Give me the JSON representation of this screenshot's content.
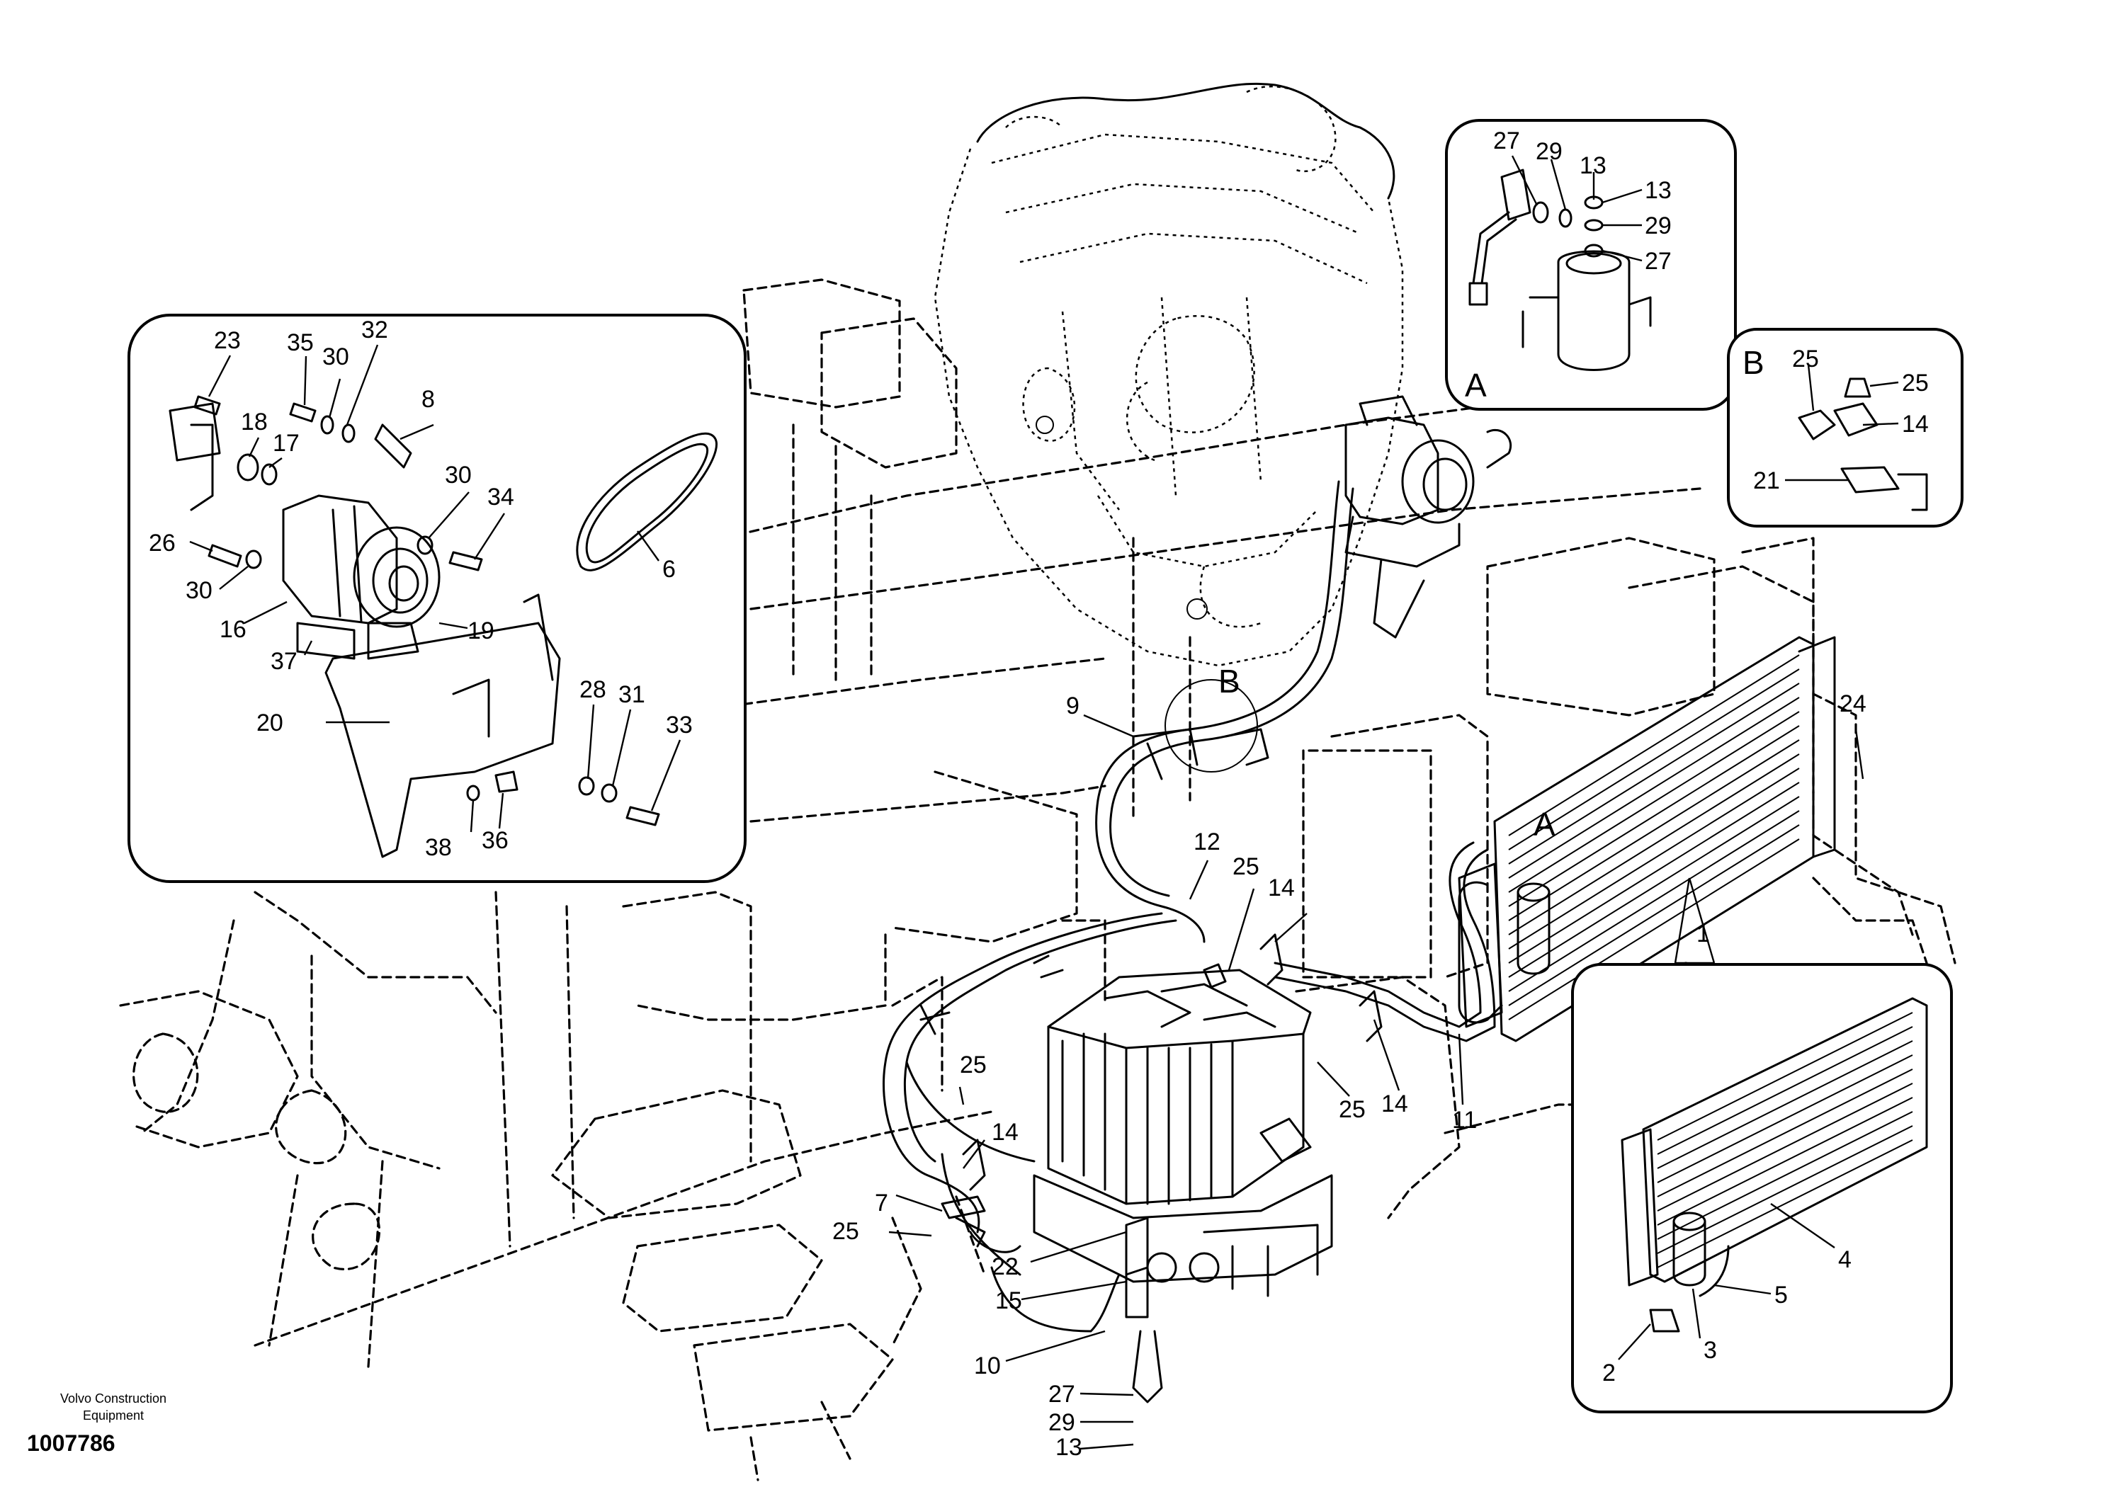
{
  "figure": {
    "brand": "Volvo Construction Equipment",
    "document_number": "1007786"
  },
  "detail_views": {
    "A": "A",
    "B": "B"
  },
  "main_callouts": [
    {
      "label": "A"
    },
    {
      "label": "B"
    },
    {
      "label": "1"
    },
    {
      "label": "7"
    },
    {
      "label": "9"
    },
    {
      "label": "10"
    },
    {
      "label": "11"
    },
    {
      "label": "12"
    },
    {
      "label": "13"
    },
    {
      "label": "14"
    },
    {
      "label": "14"
    },
    {
      "label": "14"
    },
    {
      "label": "15"
    },
    {
      "label": "22"
    },
    {
      "label": "24"
    },
    {
      "label": "25"
    },
    {
      "label": "25"
    },
    {
      "label": "25"
    },
    {
      "label": "25"
    },
    {
      "label": "27"
    },
    {
      "label": "29"
    }
  ],
  "compressor_detail_callouts": [
    {
      "label": "6"
    },
    {
      "label": "8"
    },
    {
      "label": "16"
    },
    {
      "label": "17"
    },
    {
      "label": "18"
    },
    {
      "label": "19"
    },
    {
      "label": "20"
    },
    {
      "label": "23"
    },
    {
      "label": "26"
    },
    {
      "label": "28"
    },
    {
      "label": "30"
    },
    {
      "label": "30"
    },
    {
      "label": "30"
    },
    {
      "label": "31"
    },
    {
      "label": "32"
    },
    {
      "label": "33"
    },
    {
      "label": "34"
    },
    {
      "label": "35"
    },
    {
      "label": "36"
    },
    {
      "label": "37"
    },
    {
      "label": "38"
    }
  ],
  "detail_a_callouts": [
    {
      "label": "27"
    },
    {
      "label": "29"
    },
    {
      "label": "13"
    },
    {
      "label": "13"
    },
    {
      "label": "29"
    },
    {
      "label": "27"
    }
  ],
  "detail_b_callouts": [
    {
      "label": "25"
    },
    {
      "label": "25"
    },
    {
      "label": "14"
    },
    {
      "label": "21"
    }
  ],
  "condenser_detail_callouts": [
    {
      "label": "2"
    },
    {
      "label": "3"
    },
    {
      "label": "4"
    },
    {
      "label": "5"
    }
  ]
}
